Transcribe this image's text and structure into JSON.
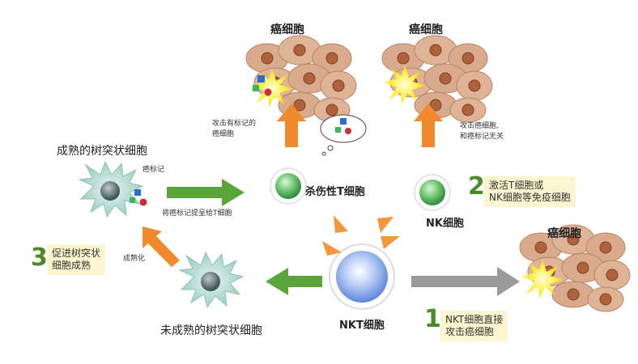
{
  "labels": {
    "cancer_cell_top_left": "癌细胞",
    "cancer_cell_top_right": "癌细胞",
    "cancer_cell_right": "癌细胞",
    "mature_dc": "成熟的树突状细胞",
    "immature_dc": "未成熟的树突状细胞",
    "cancer_marker": "癌标记",
    "present_marker": "将癌标记提呈给T细胞",
    "killer_t": "杀伤性T细胞",
    "nk_cell": "NK细胞",
    "nkt_cell": "NKT细胞",
    "maturation": "成熟化",
    "attack_marked_line1": "攻击有标记的",
    "attack_marked_line2": "癌细胞",
    "attack_unrelated_line1": "攻击癌细胞,",
    "attack_unrelated_line2": "和癌标记无关"
  },
  "steps": [
    {
      "number": "1",
      "line1": "NKT细胞直接",
      "line2": "攻击癌细胞"
    },
    {
      "number": "2",
      "line1": "激活T细胞或",
      "line2": "NK细胞等免疫细胞"
    },
    {
      "number": "3",
      "line1": "促进树突状",
      "line2": "细胞成熟"
    }
  ],
  "colors": {
    "green_arrow": "#5aa53a",
    "orange_arrow": "#f08a2c",
    "gray_arrow": "#9a9a9a",
    "cell_tan": "#d7a88a",
    "nucleus": "#b0623a",
    "green_cell": "#5fbf6a",
    "nkt_blue": "#7fa4ec",
    "step_number": "#4e8a2a",
    "step_box": "#fbf6cf"
  }
}
